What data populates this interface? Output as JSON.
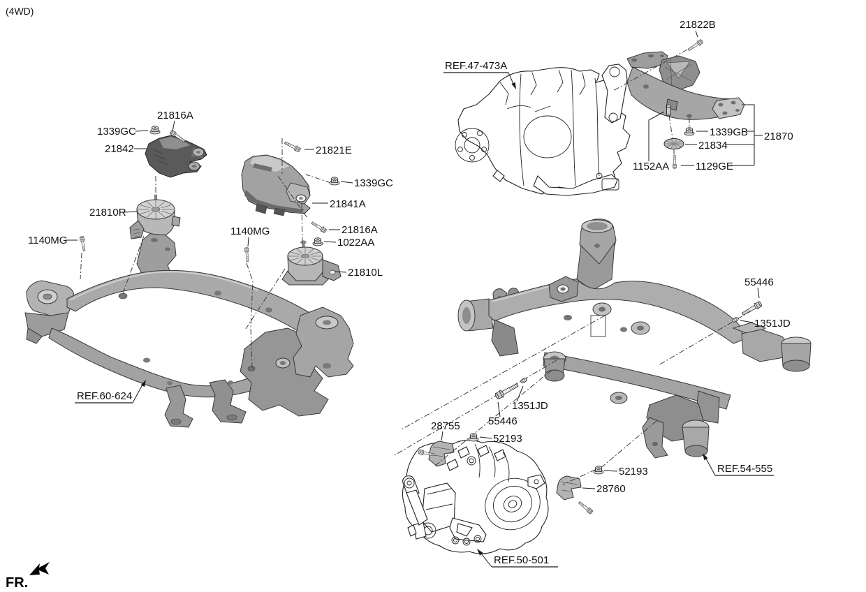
{
  "note_top_left": "(4WD)",
  "direction_label": "FR.",
  "colors": {
    "background": "#ffffff",
    "line_ink": "#1a1a1a",
    "part_gray_light": "#c9c9c9",
    "part_gray_mid": "#a8a8a8",
    "part_gray_dark": "#6e6e6e"
  },
  "engine_mounting": {
    "bolt_21816a_upper": "21816A",
    "nut_1339gc_upper": "1339GC",
    "bracket_21842": "21842",
    "insulator_21810r": "21810R",
    "bolt_1140mg_left": "1140MG",
    "bolt_1140mg_right": "1140MG",
    "bolt_21821e": "21821E",
    "nut_1339gc_lower": "1339GC",
    "bracket_21841a": "21841A",
    "bolt_21816a_lower": "21816A",
    "nut_1022aa": "1022AA",
    "insulator_21810l": "21810L",
    "ref_front_crossmember": "REF.60-624"
  },
  "transmission_mounting": {
    "ref_transfer_case": "REF.47-473A",
    "bolt_21822b": "21822B",
    "nut_1339gb": "1339GB",
    "support_assembly_21870": "21870",
    "damper_21834": "21834",
    "pin_1152aa": "1152AA",
    "bolt_1129ge": "1129GE"
  },
  "rear_mounting": {
    "bolt_55446_upper": "55446",
    "washer_1351jd_upper": "1351JD",
    "washer_1351jd_lower": "1351JD",
    "bolt_55446_lower": "55446",
    "damper_28755": "28755",
    "nut_52193_left": "52193",
    "nut_52193_right": "52193",
    "damper_28760": "28760",
    "ref_rear_crossmember": "REF.54-555",
    "ref_rear_differential": "REF.50-501"
  }
}
